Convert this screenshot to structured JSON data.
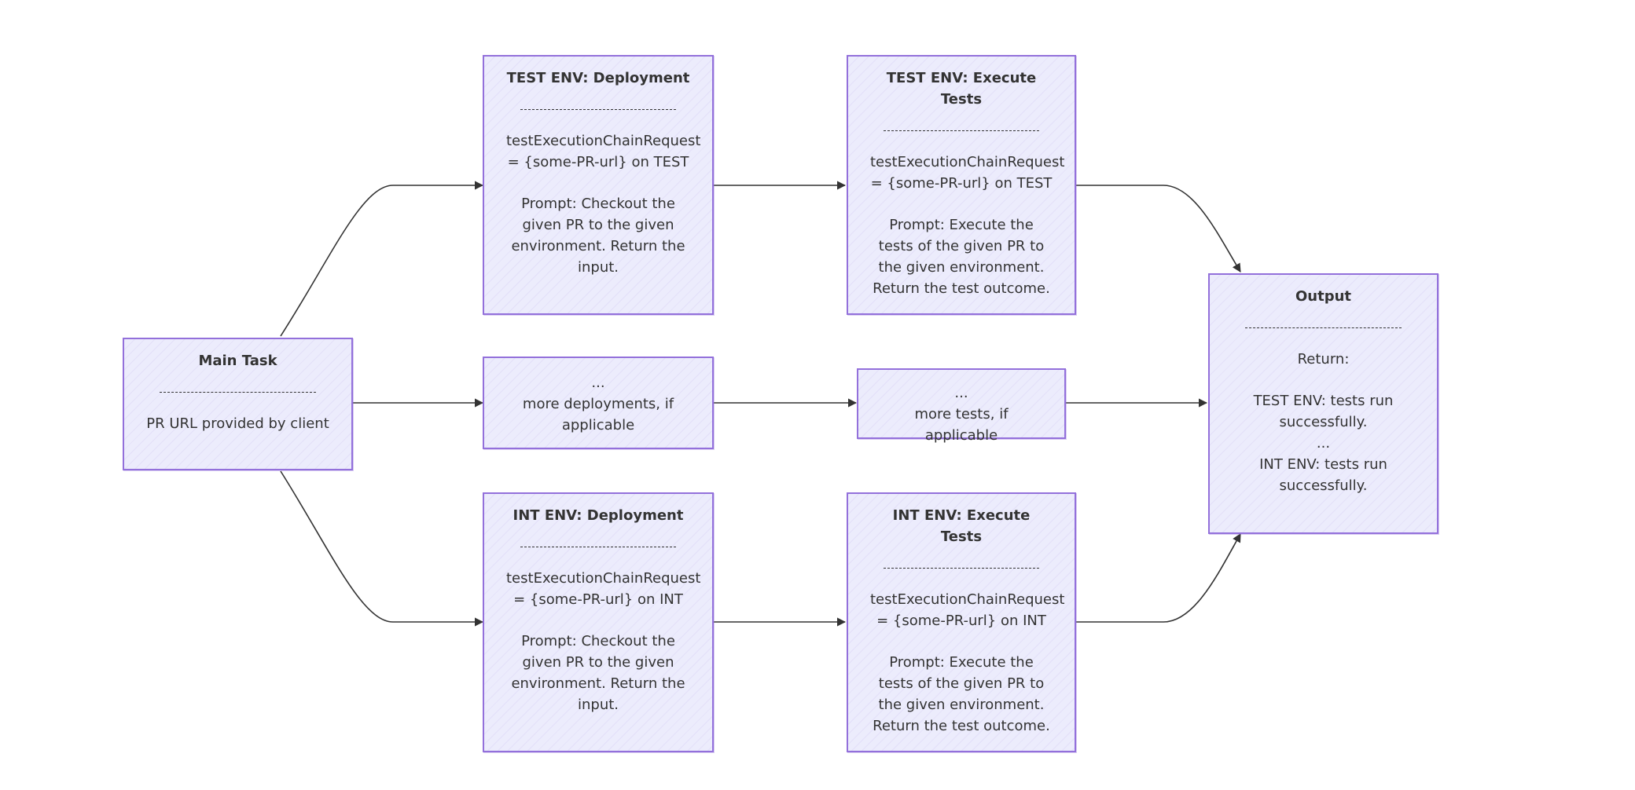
{
  "nodes": {
    "main_task": {
      "title": "Main Task",
      "rule": "--------------------------------",
      "text": "PR URL provided by client"
    },
    "test_deploy": {
      "title": "TEST ENV: Deployment",
      "rule": "--------------------------------",
      "request": "testExecutionChainRequest = {some-PR-url} on TEST",
      "prompt": "Prompt: Checkout the given PR to the given environment. Return the input."
    },
    "test_tests": {
      "title": "TEST ENV: Execute Tests",
      "rule": "--------------------------------",
      "request": "testExecutionChainRequest = {some-PR-url} on TEST",
      "prompt": "Prompt: Execute the tests of the given PR to the given environment. Return the test outcome."
    },
    "more_deploy": {
      "dots": "...",
      "text": "more deployments, if applicable"
    },
    "more_tests": {
      "dots": "...",
      "text": "more tests, if applicable"
    },
    "int_deploy": {
      "title": "INT ENV: Deployment",
      "rule": "--------------------------------",
      "request": "testExecutionChainRequest = {some-PR-url} on INT",
      "prompt": "Prompt: Checkout the given PR to the given environment. Return the input."
    },
    "int_tests": {
      "title": "INT ENV: Execute Tests",
      "rule": "--------------------------------",
      "request": "testExecutionChainRequest = {some-PR-url} on INT",
      "prompt": "Prompt: Execute the tests of the given PR to the given environment. Return the test outcome."
    },
    "output": {
      "title": "Output",
      "rule": "--------------------------------",
      "return_label": "Return:",
      "test_result": "TEST ENV: tests run successfully.",
      "dots": "...",
      "int_result": "INT ENV: tests run successfully."
    }
  },
  "colors": {
    "node_fill": "#ececfc",
    "node_border": "#9370db",
    "edge": "#333333",
    "text": "#333333"
  }
}
